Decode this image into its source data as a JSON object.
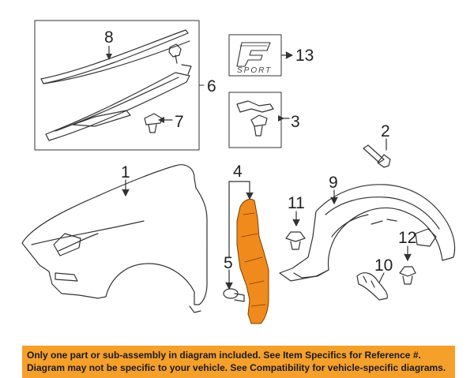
{
  "callouts": {
    "c1": "1",
    "c2": "2",
    "c3": "3",
    "c4": "4",
    "c5": "5",
    "c6": "6",
    "c7": "7",
    "c8": "8",
    "c9": "9",
    "c10": "10",
    "c11": "11",
    "c12": "12",
    "c13": "13"
  },
  "emblem": {
    "text": "SPORT"
  },
  "colors": {
    "highlight_part": "#f08a1c",
    "notice_bg": "#f5a02a",
    "line": "#333333"
  },
  "notice": {
    "line1": "Only one part or sub-assembly in diagram included. See Item Specifics for Reference #.",
    "line2": "Diagram may not be specific to your vehicle. See Compatibility for vehicle-specific diagrams."
  }
}
